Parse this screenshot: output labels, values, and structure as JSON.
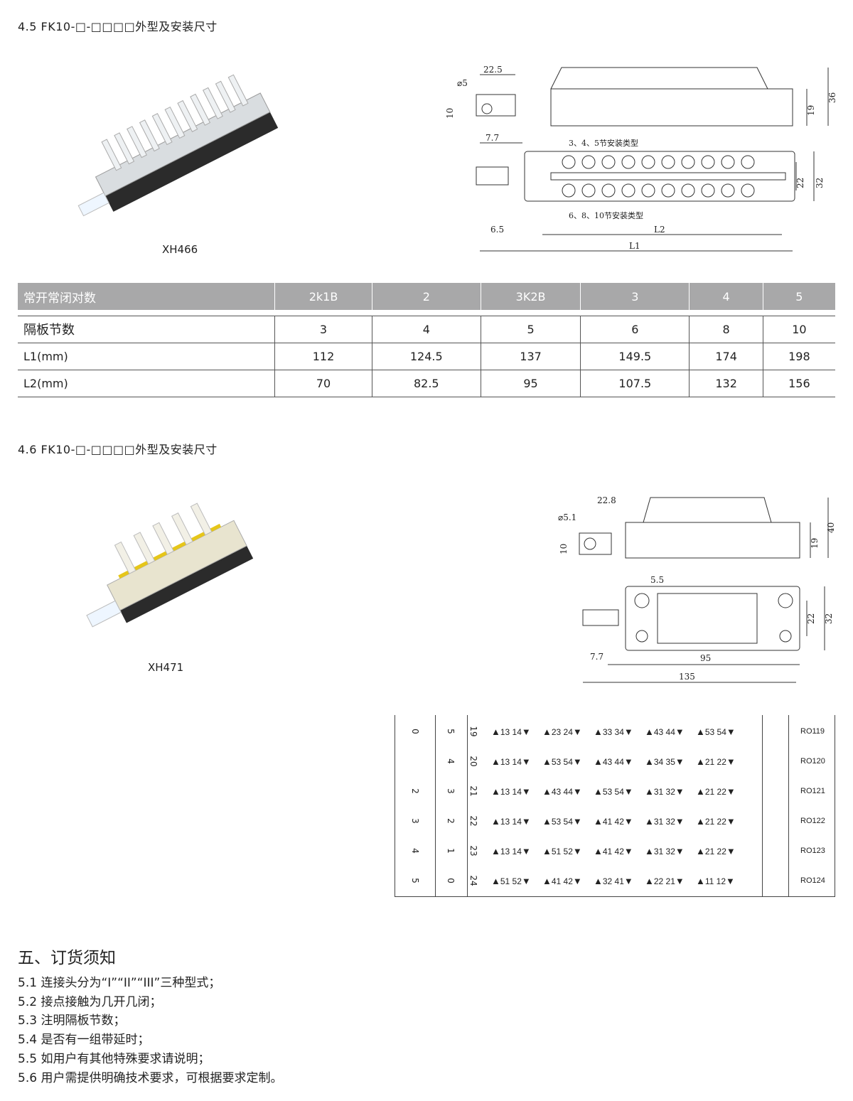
{
  "section_45": {
    "title": "4.5 FK10-□-□□□□外型及安装尺寸",
    "photo_caption": "XH466",
    "dims": {
      "d_hole": "⌀5",
      "d225": "22.5",
      "d10": "10",
      "d36": "36",
      "d19": "19",
      "d77": "7.7",
      "note1": "3、4、5节安装类型",
      "note2": "6、8、10节安装类型",
      "d22": "22",
      "d32": "32",
      "d65": "6.5",
      "L2": "L2",
      "L1": "L1"
    }
  },
  "spec_table": {
    "headers": [
      "常开常闭对数",
      "2k1B",
      "2",
      "3K2B",
      "3",
      "4",
      "5"
    ],
    "rows": [
      [
        "隔板节数",
        "3",
        "4",
        "5",
        "6",
        "8",
        "10"
      ],
      [
        "L1(mm)",
        "112",
        "124.5",
        "137",
        "149.5",
        "174",
        "198"
      ],
      [
        "L2(mm)",
        "70",
        "82.5",
        "95",
        "107.5",
        "132",
        "156"
      ]
    ]
  },
  "section_46": {
    "title": "4.6 FK10-□-□□□□外型及安装尺寸",
    "photo_caption": "XH471",
    "dims": {
      "d_hole": "⌀5.1",
      "d228": "22.8",
      "d10": "10",
      "d40": "40",
      "d19": "19",
      "d55": "5.5",
      "d22": "22",
      "d32": "32",
      "d77": "7.7",
      "d95": "95",
      "d135": "135"
    }
  },
  "wiring_table": {
    "rows": [
      {
        "a": "0",
        "b": "5",
        "n": "19",
        "contacts": [
          "13 14",
          "23 24",
          "33 34",
          "43 44",
          "53 54"
        ],
        "code": "RO119"
      },
      {
        "a": "",
        "b": "4",
        "n": "20",
        "contacts": [
          "13 14",
          "53 54",
          "43 44",
          "34 35",
          "21 22"
        ],
        "code": "RO120"
      },
      {
        "a": "2",
        "b": "3",
        "n": "21",
        "contacts": [
          "13 14",
          "43 44",
          "53 54",
          "31 32",
          "21 22"
        ],
        "code": "RO121"
      },
      {
        "a": "3",
        "b": "2",
        "n": "22",
        "contacts": [
          "13 14",
          "53 54",
          "41 42",
          "31 32",
          "21 22"
        ],
        "code": "RO122"
      },
      {
        "a": "4",
        "b": "1",
        "n": "23",
        "contacts": [
          "13 14",
          "51 52",
          "41 42",
          "31 32",
          "21 22"
        ],
        "code": "RO123"
      },
      {
        "a": "5",
        "b": "0",
        "n": "24",
        "contacts": [
          "51 52",
          "41 42",
          "32 41",
          "22 21",
          "11 12"
        ],
        "code": "RO124"
      }
    ]
  },
  "ordering": {
    "heading": "五、订货须知",
    "items": [
      "5.1 连接头分为“I”“II”“III”三种型式；",
      "5.2 接点接触为几开几闭；",
      "5.3 注明隔板节数；",
      "5.4 是否有一组带延时；",
      "5.5 如用户有其他特殊要求请说明；",
      "5.6 用户需提供明确技术要求，可根据要求定制。"
    ]
  }
}
